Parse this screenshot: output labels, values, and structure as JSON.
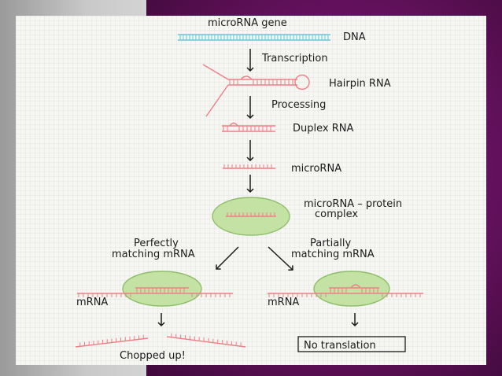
{
  "diagram": {
    "title": "microRNA gene",
    "dna_label": "DNA",
    "transcription_label": "Transcription",
    "hairpin_label": "Hairpin RNA",
    "processing_label": "Processing",
    "duplex_label": "Duplex RNA",
    "microrna_label": "microRNA",
    "complex_label_1": "microRNA – protein",
    "complex_label_2": "complex",
    "perfect_label_1": "Perfectly",
    "perfect_label_2": "matching mRNA",
    "partial_label_1": "Partially",
    "partial_label_2": "matching mRNA",
    "mrna_left_label": "mRNA",
    "mrna_right_label": "mRNA",
    "chopped_label": "Chopped up!",
    "no_translation_label": "No translation"
  },
  "colors": {
    "dna": "#6cc6d9",
    "rna": "#ef7f86",
    "complex_fill": "#c5e2a5",
    "complex_stroke": "#8fbf6c",
    "ink": "#1b1b1b",
    "purple": "#6b1263"
  }
}
